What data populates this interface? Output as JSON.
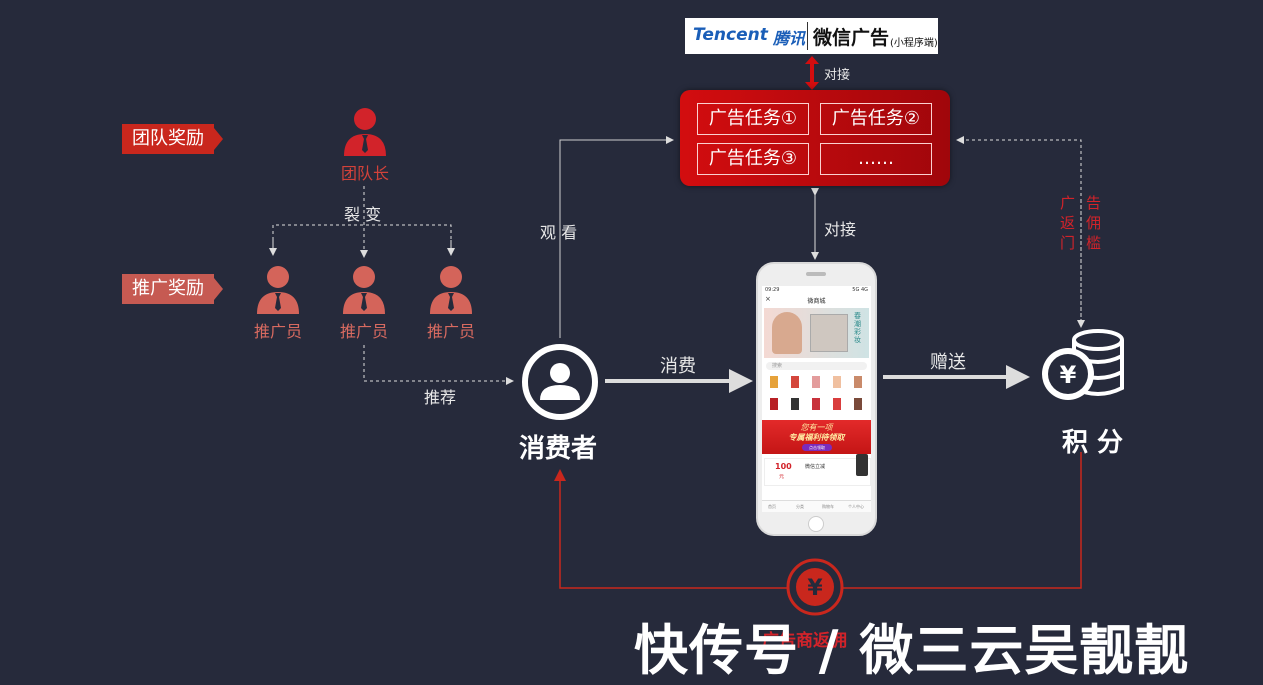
{
  "tencent": {
    "brand": "Tencent",
    "brand_cn": "腾讯",
    "product": "微信广告",
    "product_note": "(小程序端)"
  },
  "labels": {
    "dock_top": "对接",
    "dock_mid": "对接",
    "watch": "观 看",
    "fission": "裂 变",
    "recommend": "推荐",
    "consume": "消费",
    "gift": "赠送",
    "ad_threshold": [
      "广",
      "告",
      "返",
      "佣",
      "门",
      "槛"
    ]
  },
  "ad_tasks": [
    "广告任务①",
    "广告任务②",
    "广告任务③",
    "……"
  ],
  "tags": {
    "team": "团队奖励",
    "promo": "推广奖励"
  },
  "team_leader": "团队长",
  "promoters": [
    "推广员",
    "推广员",
    "推广员"
  ],
  "consumer": "消费者",
  "points": "积 分",
  "rebate_text": "广告商返佣",
  "rebate_symbol": "¥",
  "watermark": "快传号 / 微三云吴靓靓",
  "phone": {
    "status_time": "09:29",
    "status_right": "5G 4G",
    "app_title": "微商城",
    "search_placeholder": "搜索",
    "banner_text": "春潮彩妆",
    "promo_line1": "您有一项",
    "promo_line2": "专属福利待领取",
    "promo_button": "点击领取",
    "coupon_value": "100",
    "coupon_unit": "元",
    "coupon_desc": "微信立减",
    "nav": [
      "首页",
      "分类",
      "购物车",
      "个人中心"
    ]
  },
  "colors": {
    "bg": "#262a3b",
    "red": "#d2423a",
    "ad_red": "#d30d0f"
  }
}
